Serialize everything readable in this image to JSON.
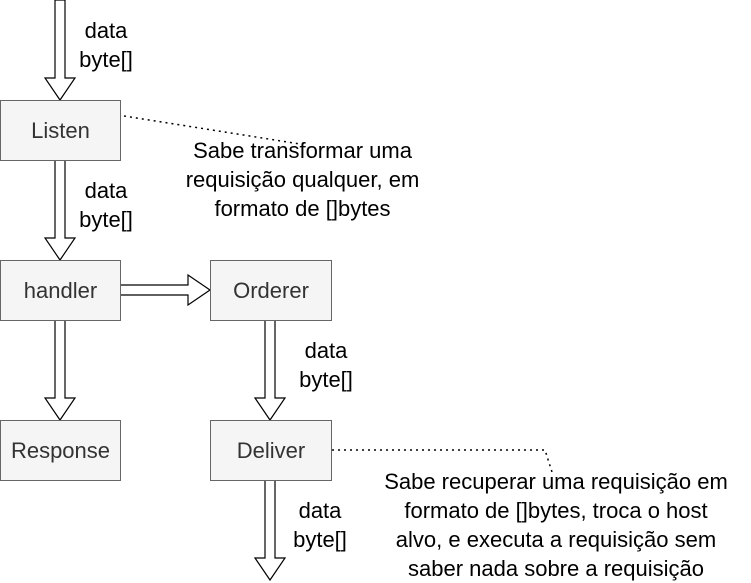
{
  "nodes": {
    "listen": "Listen",
    "handler": "handler",
    "orderer": "Orderer",
    "response": "Response",
    "deliver": "Deliver"
  },
  "edge_labels": {
    "top": "data\nbyte[]",
    "listen_handler": "data\nbyte[]",
    "orderer_deliver": "data\nbyte[]",
    "deliver_out": "data\nbyte[]"
  },
  "notes": {
    "listen_note": "Sabe transformar uma\nrequisição qualquer, em\nformato de []bytes",
    "deliver_note": "Sabe recuperar uma requisição em\nformato de []bytes, troca o host\nalvo, e executa a requisição sem\nsaber nada sobre a requisição"
  },
  "colors": {
    "box_fill": "#f5f5f5",
    "box_stroke": "#666666",
    "box_text": "#333333",
    "arrow_stroke": "#000000"
  }
}
